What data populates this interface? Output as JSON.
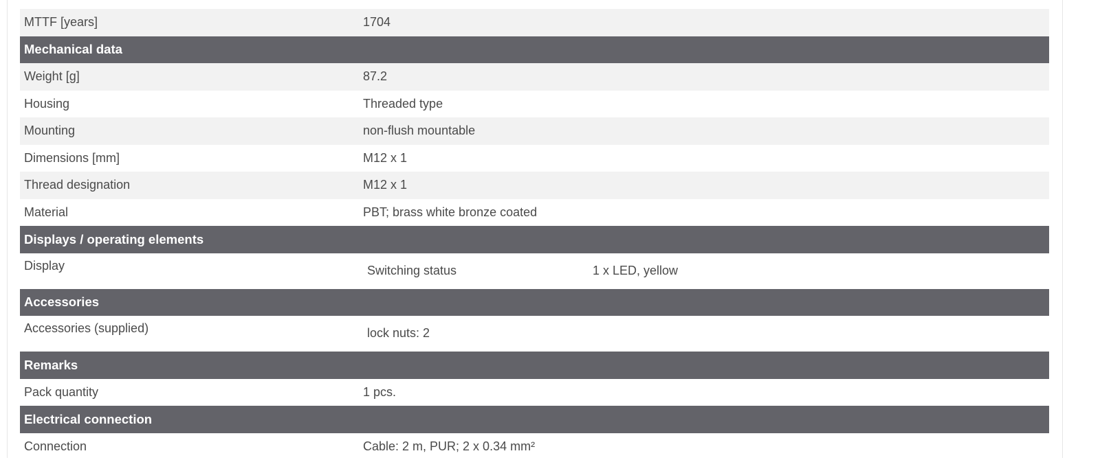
{
  "rows": [
    {
      "type": "data",
      "label": "MTTF [years]",
      "value": "1704"
    },
    {
      "type": "header",
      "label": "Mechanical data"
    },
    {
      "type": "data",
      "label": "Weight [g]",
      "value": "87.2"
    },
    {
      "type": "data",
      "label": "Housing",
      "value": "Threaded type"
    },
    {
      "type": "data",
      "label": "Mounting",
      "value": "non-flush mountable"
    },
    {
      "type": "data",
      "label": "Dimensions [mm]",
      "value": "M12 x 1"
    },
    {
      "type": "data",
      "label": "Thread designation",
      "value": "M12 x 1"
    },
    {
      "type": "data",
      "label": "Material",
      "value": "PBT; brass white bronze coated"
    },
    {
      "type": "header",
      "label": "Displays / operating elements"
    },
    {
      "type": "sub",
      "label": "Display",
      "sub_key": "Switching status",
      "sub_value": "1 x LED, yellow"
    },
    {
      "type": "header",
      "label": "Accessories"
    },
    {
      "type": "sub",
      "label": "Accessories (supplied)",
      "sub_key": "lock nuts: 2",
      "sub_value": ""
    },
    {
      "type": "header",
      "label": "Remarks"
    },
    {
      "type": "data",
      "label": "Pack quantity",
      "value": "1 pcs."
    },
    {
      "type": "header",
      "label": "Electrical connection"
    },
    {
      "type": "data",
      "label": "Connection",
      "value": "Cable: 2 m, PUR; 2 x 0.34 mm²"
    }
  ]
}
